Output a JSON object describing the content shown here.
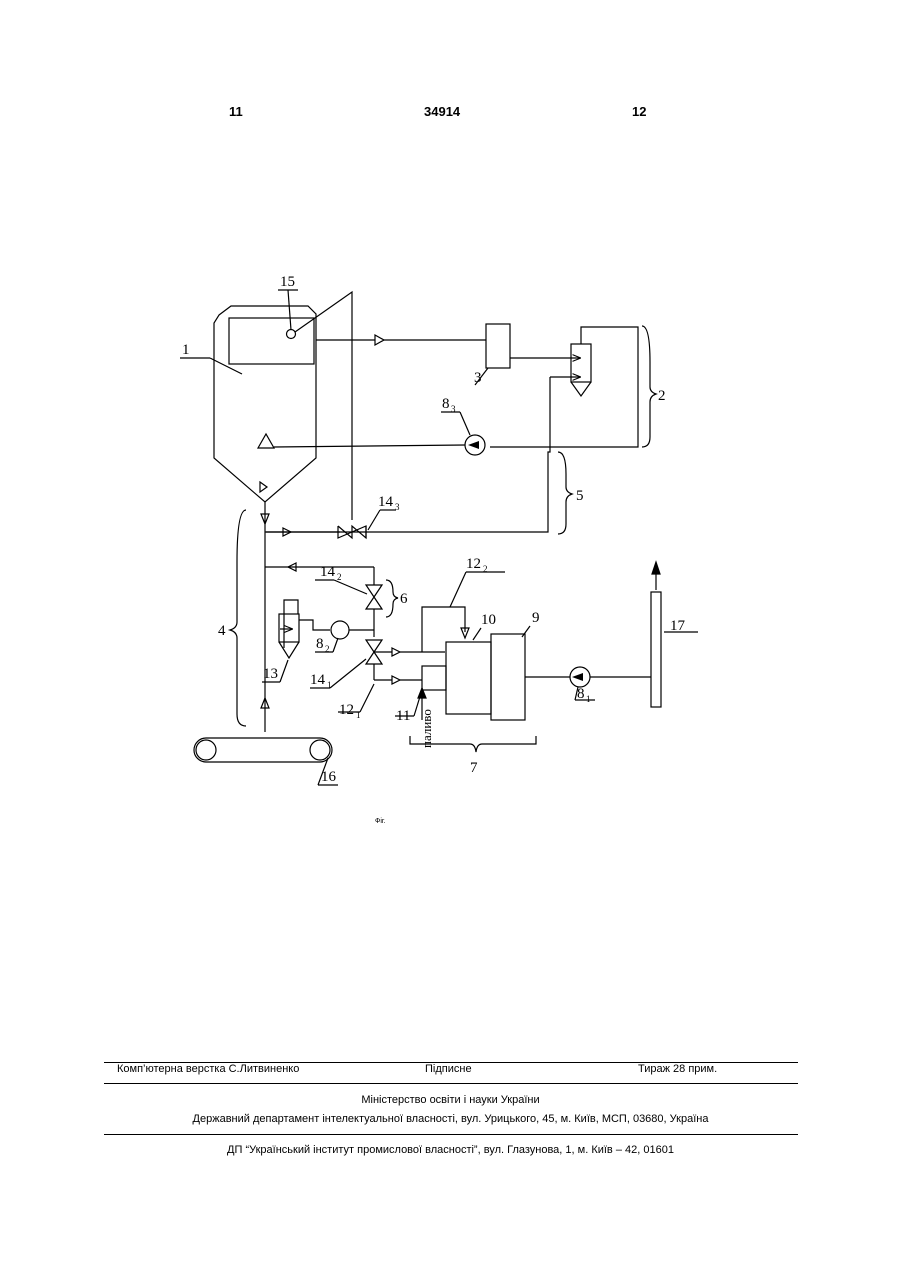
{
  "header": {
    "left_page": "11",
    "patent_number": "34914",
    "right_page": "12"
  },
  "figure": {
    "caption": "Фіг.",
    "labels": {
      "l1": "1",
      "l2": "2",
      "l3": "3",
      "l4": "4",
      "l5": "5",
      "l6": "6",
      "l7": "7",
      "l9": "9",
      "l10": "10",
      "l11": "11",
      "l13": "13",
      "l15": "15",
      "l16": "16",
      "l17": "17",
      "l8_1": "8",
      "l8_1_sub": "1",
      "l8_2": "8",
      "l8_2_sub": "2",
      "l8_3": "8",
      "l8_3_sub": "3",
      "l12_1": "12",
      "l12_1_sub": "1",
      "l12_2": "12",
      "l12_2_sub": "2",
      "l14_1": "14",
      "l14_1_sub": "1",
      "l14_2": "14",
      "l14_2_sub": "2",
      "l14_3": "14",
      "l14_3_sub": "3",
      "fuel": "паливо"
    }
  },
  "footer": {
    "typesetting": "Комп’ютерна верстка С.Литвиненко",
    "signed": "Підписне",
    "circulation": "Тираж 28 прим.",
    "ministry": "Міністерство освіти і науки України",
    "department": "Державний департамент інтелектуальної власності, вул. Урицького, 45, м. Київ, МСП, 03680, Україна",
    "institute": "ДП “Український інститут промислової власності”, вул. Глазунова, 1, м. Київ – 42, 01601"
  }
}
